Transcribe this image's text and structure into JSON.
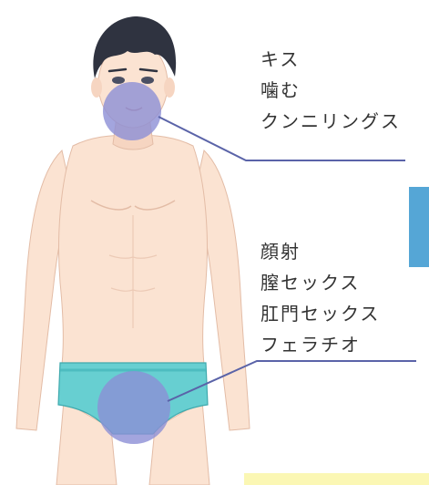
{
  "upper_labels": [
    "キス",
    "噛む",
    "クンニリングス"
  ],
  "lower_labels": [
    "顔射",
    "膣セックス",
    "肛門セックス",
    "フェラチオ"
  ],
  "colors": {
    "highlight_circle": "#8c8fd6",
    "leader_line": "#5a63a8",
    "side_tab": "#55a6d6",
    "briefs": "#67cfd1",
    "skin": "#fbe3d2",
    "hair": "#2f3340",
    "note_strip": "#fbf7b4"
  },
  "icons": [
    "male-figure-illustration"
  ]
}
